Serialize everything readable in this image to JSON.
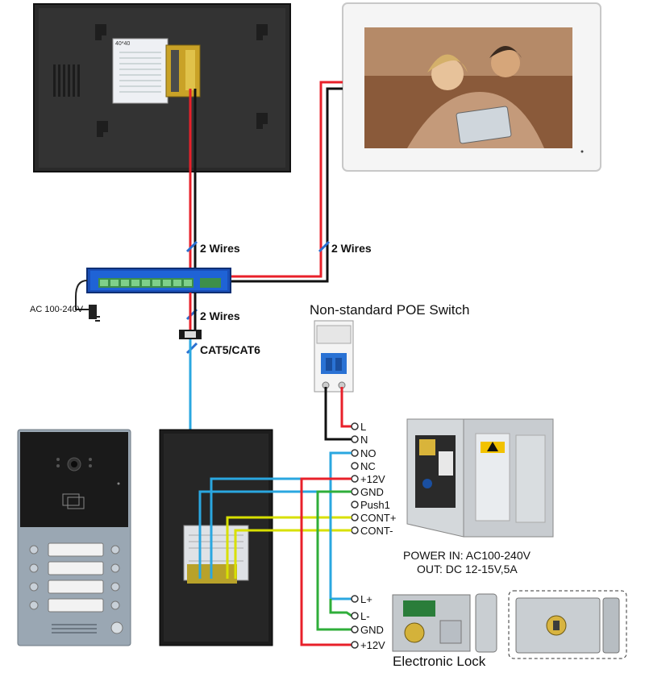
{
  "labels": {
    "wires_monitor1": "2 Wires",
    "wires_monitor2": "2 Wires",
    "wires_switch_out": "2 Wires",
    "cable_type": "CAT5/CAT6",
    "ac_input": "AC 100-240V",
    "switch_title": "Non-standard POE Switch",
    "unit_label": "40*40"
  },
  "terminals": [
    "L",
    "N",
    "NO",
    "NC",
    "+12V",
    "GND",
    "Push1",
    "CONT+",
    "CONT-"
  ],
  "lock_terminals": [
    "L+",
    "L-",
    "GND",
    "+12V"
  ],
  "power_supply": {
    "line1": "POWER  IN: AC100-240V",
    "line2": "OUT: DC 12-15V,5A"
  },
  "lock_caption": "Electronic Lock",
  "wire_colors": {
    "red": "#e8202a",
    "black": "#111111",
    "blue": "#2aa7e0",
    "green": "#2fae3a",
    "yellow": "#d8e000"
  }
}
